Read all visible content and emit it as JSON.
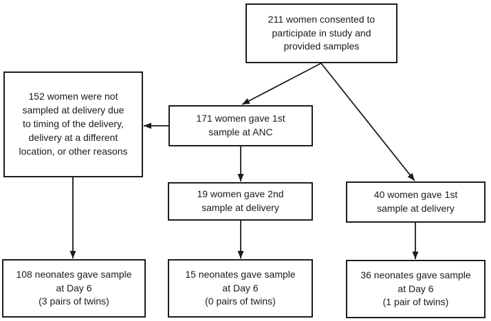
{
  "diagram": {
    "background": "#ffffff",
    "line_color": "#1a1a1a",
    "boxes": [
      {
        "id": "consented",
        "text": "211 women consented to\nparticipate in study and\nprovided samples"
      },
      {
        "id": "not-sampled",
        "text": "152 women were not\nsampled at delivery due\nto timing of the delivery,\ndelivery at a different\nlocation, or other reasons"
      },
      {
        "id": "gave-1st-anc",
        "text": "171 women gave 1st\nsample at ANC"
      },
      {
        "id": "gave-2nd-delivery",
        "text": "19 women gave 2nd\nsample at delivery"
      },
      {
        "id": "gave-1st-delivery",
        "text": "40 women gave 1st\nsample at delivery"
      },
      {
        "id": "neonates-108",
        "text": "108 neonates gave sample\nat Day 6\n(3 pairs of twins)"
      },
      {
        "id": "neonates-15",
        "text": "15 neonates gave sample\nat Day 6\n(0 pairs of twins)"
      },
      {
        "id": "neonates-36",
        "text": "36 neonates gave sample\nat Day 6\n(1 pair of twins)"
      }
    ],
    "edges": [
      {
        "from": "consented",
        "to": "gave-1st-anc"
      },
      {
        "from": "consented",
        "to": "gave-1st-delivery"
      },
      {
        "from": "gave-1st-anc",
        "to": "not-sampled"
      },
      {
        "from": "gave-1st-anc",
        "to": "gave-2nd-delivery"
      },
      {
        "from": "not-sampled",
        "to": "neonates-108"
      },
      {
        "from": "gave-2nd-delivery",
        "to": "neonates-15"
      },
      {
        "from": "gave-1st-delivery",
        "to": "neonates-36"
      }
    ]
  }
}
